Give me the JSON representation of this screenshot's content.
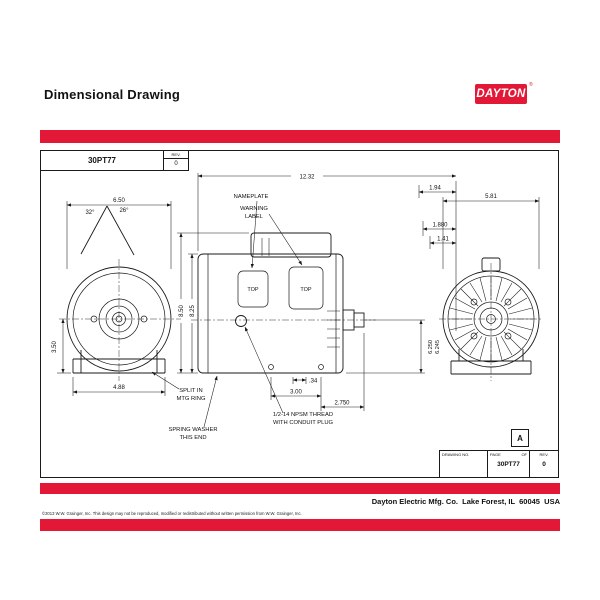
{
  "colors": {
    "accent_red": "#e31837",
    "line": "#1a1a1a"
  },
  "header": {
    "title": "Dimensional Drawing",
    "brand": "DAYTON",
    "trademark": "®"
  },
  "title_block": {
    "part_number": "30PT77",
    "rev_label": "REV.",
    "rev_value": "0"
  },
  "footer_block": {
    "drawing_no_label": "DRAWING NO.",
    "page_label": "PAGE",
    "of_label": "OF",
    "rev_label": "REV.",
    "part_number": "30PT77",
    "rev_value": "0",
    "stamp": "A"
  },
  "footer": {
    "company": "Dayton Electric Mfg. Co.  Lake Forest, IL  60045  USA",
    "copyright": "©2013 W.W. Grainger, Inc. This design may not be reproduced, modified or redistributed without written permission from W.W. Grainger, Inc."
  },
  "drawing": {
    "dims": {
      "front_width": "6.50",
      "angle_left": "32°",
      "angle_right": "26°",
      "center_height": "3.50",
      "base_width": "4.88",
      "height_overall": "8.50",
      "height_body": "8.25",
      "length_overall": "12.32",
      "shaft_extension": "1.94",
      "shaft_dim_1": "1.880",
      "shaft_dim_2": "1.41",
      "rear_width": "5.81",
      "foot_offset": ".34",
      "foot_spacing": "3.00",
      "foot_to_shoulder": "2.750",
      "c_face_max": "6.250",
      "c_face_min": "6.245"
    },
    "labels": {
      "nameplate": "NAMEPLATE",
      "warning_1": "WARNING",
      "warning_2": "LABEL",
      "top_left": "TOP",
      "top_right": "TOP",
      "split_1": "SPLIT IN",
      "split_2": "MTG RING",
      "spring_1": "SPRING WASHER",
      "spring_2": "THIS END",
      "npsm_1": "1/2-14 NPSM THREAD",
      "npsm_2": "WITH CONDUIT PLUG"
    }
  }
}
